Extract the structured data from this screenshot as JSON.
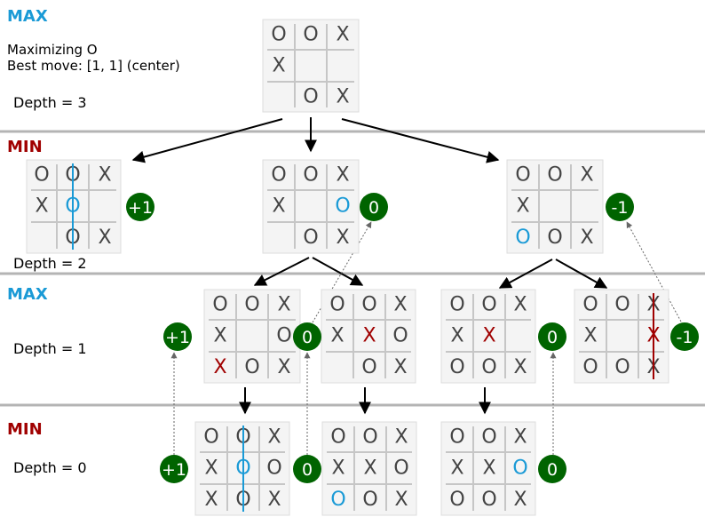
{
  "colors": {
    "max_label": "#1a9ad6",
    "min_label": "#a00000",
    "o_mark": "#444444",
    "x_mark": "#444444",
    "new_o": "#1a9ad6",
    "new_x": "#a00000",
    "score_badge": "#006400",
    "divider": "#b4b4b4"
  },
  "levels": [
    {
      "label": "MAX",
      "kind": "max",
      "depth": "Depth = 3"
    },
    {
      "label": "MIN",
      "kind": "min",
      "depth": "Depth = 2"
    },
    {
      "label": "MAX",
      "kind": "max",
      "depth": "Depth = 1"
    },
    {
      "label": "MIN",
      "kind": "min",
      "depth": "Depth = 0"
    }
  ],
  "info": {
    "line1": "Maximizing O",
    "line2": "Best move: [1, 1] (center)"
  },
  "boards": [
    {
      "id": "root",
      "cells": [
        "O",
        "O",
        "X",
        "X",
        "",
        "",
        "",
        "O",
        "X"
      ],
      "score": null
    },
    {
      "id": "d2a",
      "cells": [
        "O",
        "O",
        "X",
        "X",
        "O",
        "",
        "",
        "O",
        "X"
      ],
      "new": [
        4
      ],
      "win": "col1-blue",
      "score": "+1"
    },
    {
      "id": "d2b",
      "cells": [
        "O",
        "O",
        "X",
        "X",
        "",
        "O",
        "",
        "O",
        "X"
      ],
      "new": [
        5
      ],
      "score": "0"
    },
    {
      "id": "d2c",
      "cells": [
        "O",
        "O",
        "X",
        "X",
        "",
        "",
        "O",
        "O",
        "X"
      ],
      "new": [
        6
      ],
      "score": "-1"
    },
    {
      "id": "d1a",
      "cells": [
        "O",
        "O",
        "X",
        "X",
        "",
        "O",
        "X",
        "O",
        "X"
      ],
      "new": [
        6
      ],
      "score": "+1"
    },
    {
      "id": "d1b",
      "cells": [
        "O",
        "O",
        "X",
        "X",
        "X",
        "O",
        "",
        "O",
        "X"
      ],
      "new": [
        4
      ],
      "score": "0"
    },
    {
      "id": "d1c",
      "cells": [
        "O",
        "O",
        "X",
        "X",
        "X",
        "",
        "O",
        "O",
        "X"
      ],
      "new": [
        4
      ],
      "score": "0"
    },
    {
      "id": "d1d",
      "cells": [
        "O",
        "O",
        "X",
        "X",
        "",
        "X",
        "O",
        "O",
        "X"
      ],
      "new": [
        5
      ],
      "win": "col2-red",
      "score": "-1"
    },
    {
      "id": "d0a",
      "cells": [
        "O",
        "O",
        "X",
        "X",
        "O",
        "O",
        "X",
        "O",
        "X"
      ],
      "new": [
        4
      ],
      "win": "col1-blue",
      "score": "+1"
    },
    {
      "id": "d0b",
      "cells": [
        "O",
        "O",
        "X",
        "X",
        "X",
        "O",
        "O",
        "O",
        "X"
      ],
      "new": [
        6
      ],
      "score": "0"
    },
    {
      "id": "d0c",
      "cells": [
        "O",
        "O",
        "X",
        "X",
        "X",
        "O",
        "O",
        "O",
        "X"
      ],
      "new": [
        5
      ],
      "score": "0"
    }
  ]
}
